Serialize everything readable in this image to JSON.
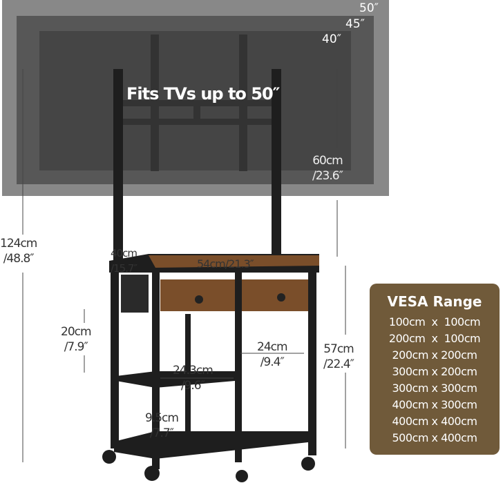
{
  "tv_sizes": [
    "50″",
    "45″",
    "40″"
  ],
  "headline": "Fits TVs up to 50″",
  "dimensions": {
    "screen_height": [
      "60cm",
      "/23.6″"
    ],
    "total_height": [
      "124cm",
      "/48.8″"
    ],
    "depth": [
      "40cm",
      "/15.7″"
    ],
    "width": "54cm/21.3″",
    "drawer_height": [
      "20cm",
      "/7.9″"
    ],
    "drawer_width": [
      "24cm",
      "/9.4″"
    ],
    "shelf_width": [
      "24.3cm",
      "/9.6″"
    ],
    "shelf_gap": [
      "9.5cm",
      "/7.7″"
    ],
    "cart_height": [
      "57cm",
      "/22.4″"
    ]
  },
  "vesa": {
    "title": "VESA Range",
    "items": [
      "100cm  x  100cm",
      "200cm  x  100cm",
      "200cm x 200cm",
      "300cm x 200cm",
      "300cm x 300cm",
      "400cm x 300cm",
      "400cm x 400cm",
      "500cm x 400cm"
    ]
  },
  "colors": {
    "tv50": "#888888",
    "tv45": "#575757",
    "tv40": "#454545",
    "vesa_bg": "#705a3a",
    "wood": "#7a4e2a"
  }
}
